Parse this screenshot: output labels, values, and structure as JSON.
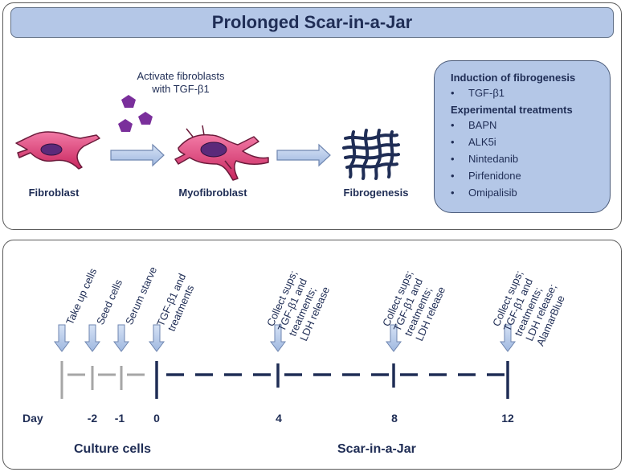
{
  "top_panel": {
    "title": "Prolonged Scar-in-a-Jar",
    "activate_text": [
      "Activate fibroblasts",
      "with TGF-β1"
    ],
    "cells": {
      "fibroblast": "Fibroblast",
      "myofibroblast": "Myofibroblast",
      "fibrogenesis": "Fibrogenesis"
    },
    "info_box": {
      "induction_heading": "Induction of fibrogenesis",
      "induction_items": [
        "TGF-β1"
      ],
      "treatments_heading": "Experimental treatments",
      "treatment_items": [
        "BAPN",
        "ALK5i",
        "Nintedanib",
        "Pirfenidone",
        "Omipalisib"
      ]
    },
    "colors": {
      "title_bg": "#b4c7e7",
      "cell_pink": "#e0457b",
      "nucleus": "#5b2a7a",
      "pentagon": "#7a2f9b",
      "dark_navy": "#1f2d55"
    }
  },
  "timeline": {
    "day_label": "Day",
    "events": [
      {
        "lines": [
          "Take up cells"
        ]
      },
      {
        "lines": [
          "Seed cells"
        ]
      },
      {
        "lines": [
          "Serum starve"
        ]
      },
      {
        "lines": [
          "TGF-β1 and",
          "treatments"
        ]
      },
      {
        "lines": [
          "Collect sups;",
          "TGF-β1 and",
          "treatments;",
          "LDH release"
        ]
      },
      {
        "lines": [
          "Collect sups;",
          "TGF-β1 and",
          "treatments;",
          "LDH release"
        ]
      },
      {
        "lines": [
          "Collect sups;",
          "TGF-β1 and",
          "treatments;",
          "LDH release;",
          "AlamarBlue"
        ]
      }
    ],
    "days": [
      "-2",
      "-1",
      "0",
      "4",
      "8",
      "12"
    ],
    "phases": {
      "culture": "Culture cells",
      "scar": "Scar-in-a-Jar"
    }
  }
}
